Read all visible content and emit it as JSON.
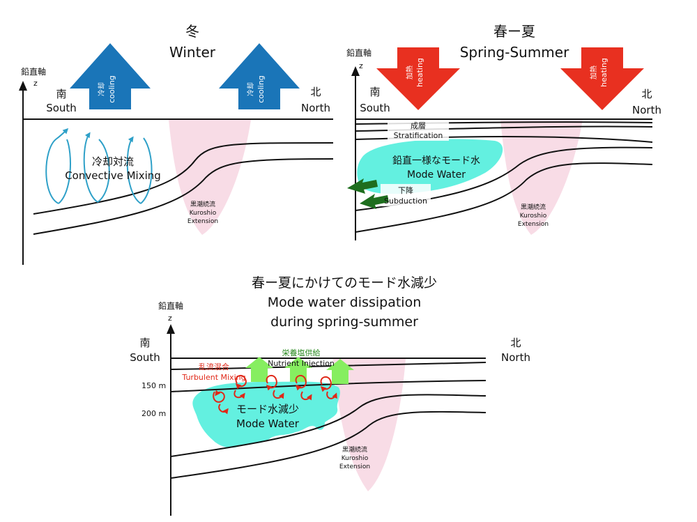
{
  "panels": {
    "winter": {
      "title_ja": "冬",
      "title_en": "Winter",
      "axis_ja": "鉛直軸",
      "axis_z": "z",
      "south_ja": "南",
      "south_en": "South",
      "north_ja": "北",
      "north_en": "North",
      "arrow_ja": "冷却",
      "arrow_en": "cooling",
      "mixing_ja": "冷却対流",
      "mixing_en": "Convective Mixing",
      "kuroshio_ja": "黒潮続流",
      "kuroshio_en1": "Kuroshio",
      "kuroshio_en2": "Extension",
      "colors": {
        "arrow": "#1a75b8",
        "swirl": "#2ea0c8",
        "kuroshio": "#f8dce6"
      }
    },
    "spring": {
      "title_ja": "春ー夏",
      "title_en": "Spring-Summer",
      "axis_ja": "鉛直軸",
      "axis_z": "z",
      "south_ja": "南",
      "south_en": "South",
      "north_ja": "北",
      "north_en": "North",
      "arrow_ja": "加熱",
      "arrow_en": "heating",
      "strat_ja": "成層",
      "strat_en": "Stratification",
      "mode_ja": "鉛直一様なモード水",
      "mode_en": "Mode Water",
      "subd_ja": "下降",
      "subd_en": "Subduction",
      "kuroshio_ja": "黒潮続流",
      "kuroshio_en1": "Kuroshio",
      "kuroshio_en2": "Extension",
      "colors": {
        "arrow": "#e83020",
        "mode": "#63f0e0",
        "subduction": "#1e6e1e"
      }
    },
    "dissipation": {
      "title_ja": "春ー夏にかけてのモード水減少",
      "title_en1": "Mode water dissipation",
      "title_en2": "during spring-summer",
      "axis_ja": "鉛直軸",
      "axis_z": "z",
      "south_ja": "南",
      "south_en": "South",
      "north_ja": "北",
      "north_en": "North",
      "depth_150": "150 m",
      "depth_200": "200 m",
      "turb_ja": "乱流混合",
      "turb_en": "Turbulent Mixing",
      "nutrient_ja": "栄養塩供給",
      "nutrient_en": "Nutrient Injection",
      "mode_ja": "モード水減少",
      "mode_en": "Mode Water",
      "kuroshio_ja": "黒潮続流",
      "kuroshio_en1": "Kuroshio",
      "kuroshio_en2": "Extension",
      "colors": {
        "turbulent": "#e02818",
        "nutrient": "#2a8a20",
        "nutrient_arrow": "#86ee60",
        "mode": "#63f0e0"
      }
    }
  }
}
